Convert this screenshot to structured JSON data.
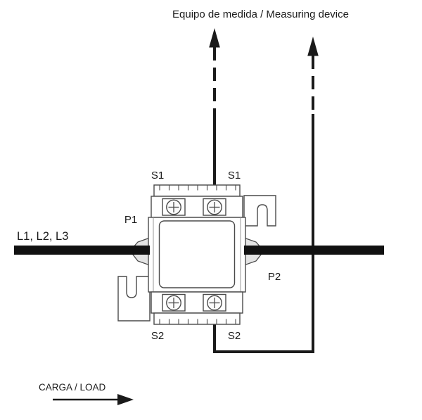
{
  "diagram": {
    "title": "Equipo de medida / Measuring device",
    "terminals": {
      "s1_left": "S1",
      "s1_right": "S1",
      "s2_left": "S2",
      "s2_right": "S2",
      "p1": "P1",
      "p2": "P2"
    },
    "primary_label": "L1, L2, L3",
    "load_label": "CARGA / LOAD",
    "colors": {
      "wire": "#1a1a1a",
      "conductor_bar": "#111111",
      "device_outline": "#4a4a4a",
      "ink": "#1a1a1a",
      "background": "#ffffff"
    }
  }
}
